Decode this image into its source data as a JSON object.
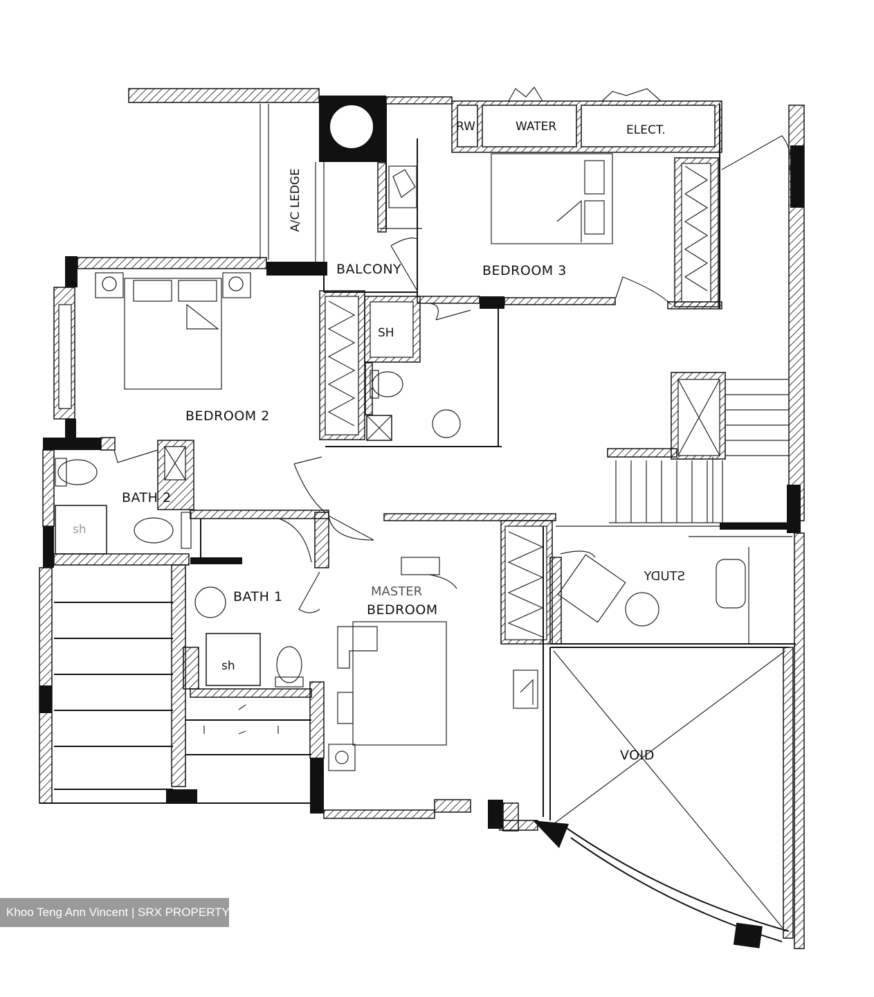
{
  "rooms": {
    "ac_ledge": "A/C LEDGE",
    "rw": "RW",
    "water": "WATER",
    "elect": "ELECT.",
    "balcony": "BALCONY",
    "bedroom3": "BEDROOM 3",
    "bedroom2": "BEDROOM 2",
    "sh_top": "SH",
    "bath2": "BATH 2",
    "sh_bath2": "sh",
    "bath1": "BATH 1",
    "sh_bath1": "sh",
    "master_faint": "MASTER",
    "bedroom": "BEDROOM",
    "study": "STUDY",
    "void": "VOID"
  },
  "watermark": "Khoo Teng Ann Vincent | SRX PROPERTY"
}
